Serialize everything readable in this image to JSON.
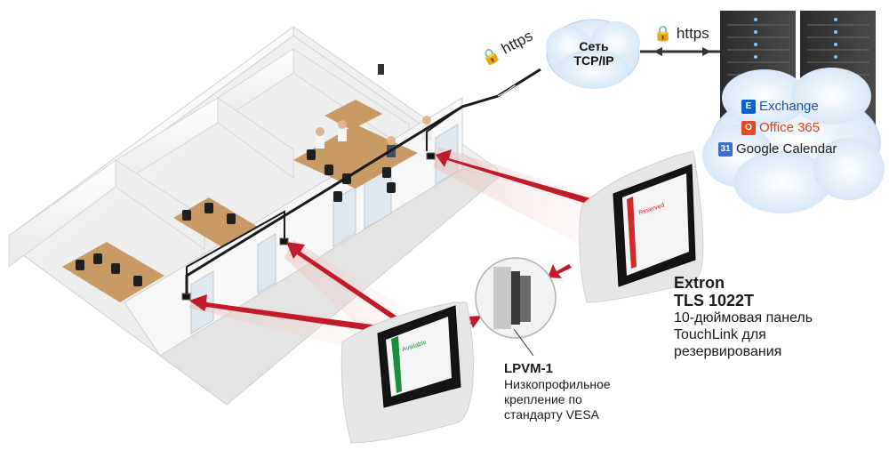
{
  "network": {
    "label_line1": "Сеть",
    "label_line2": "TCP/IP"
  },
  "https_labels": [
    "https",
    "https"
  ],
  "services": [
    {
      "name": "Exchange",
      "icon": "exchange-icon",
      "color": "#0a63c4",
      "text_color": "#1f4fa8"
    },
    {
      "name": "Office 365",
      "icon": "office365-icon",
      "color": "#e24a1f",
      "text_color": "#d9431b"
    },
    {
      "name": "Google Calendar",
      "icon": "google-calendar-icon",
      "color": "#3b6fc9",
      "text_color": "#222222"
    }
  ],
  "panel": {
    "brand": "Extron",
    "model": "TLS 1022T",
    "description": [
      "10-дюймовая панель",
      "TouchLink для",
      "резервирования"
    ],
    "screen_status_large": "Reserved",
    "screen_status_small": "Available"
  },
  "mount": {
    "model": "LPVM-1",
    "description": [
      "Низкопрофильное",
      "крепление по",
      "стандарту VESA"
    ]
  },
  "colors": {
    "arrow": "#c21a2b",
    "cable": "#1a1a1a",
    "cloud": "#dcebfa"
  }
}
